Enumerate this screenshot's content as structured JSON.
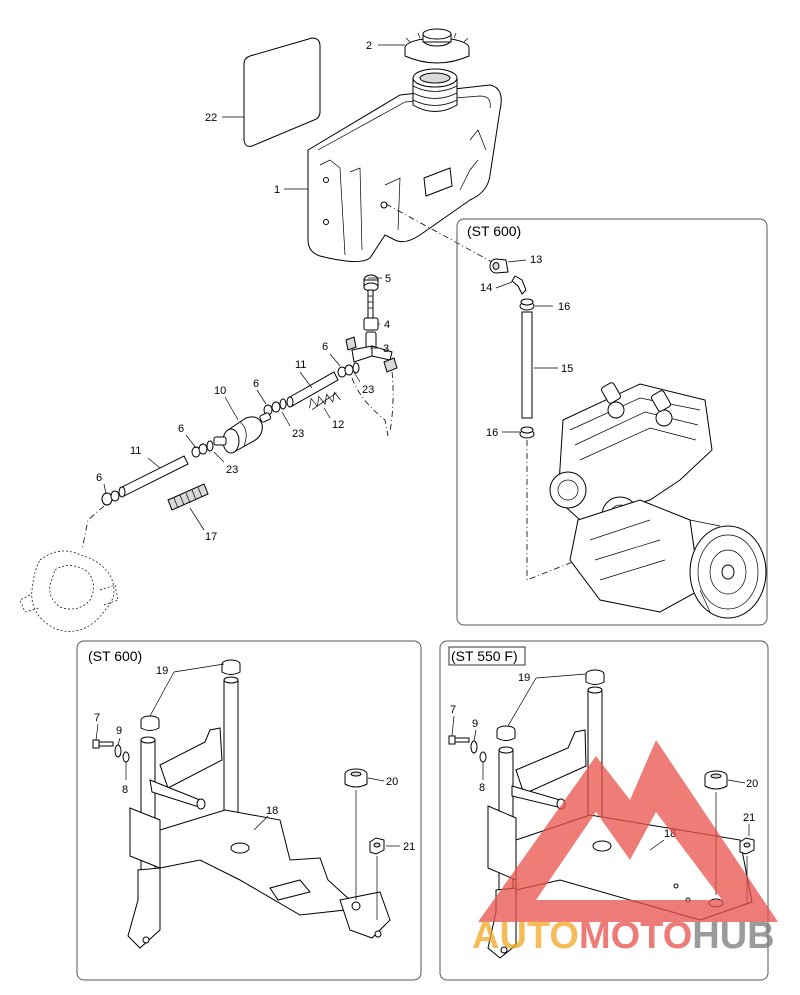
{
  "colors": {
    "line": "#000000",
    "frame": "#555555",
    "watermark_red": "#e8504a",
    "watermark_orange": "#f5a623",
    "watermark_gray": "#7a7a7a"
  },
  "panels": {
    "engine": {
      "title": "(ST 600)"
    },
    "bracket_st600": {
      "title": "(ST 600)"
    },
    "bracket_st550f": {
      "title": "(ST 550 F)"
    }
  },
  "callouts_main": {
    "c2": "2",
    "c22": "22",
    "c1": "1",
    "c5": "5",
    "c4": "4",
    "c3": "3",
    "c6a": "6",
    "c11a": "11",
    "c23a": "23",
    "c6b": "6",
    "c10": "10",
    "c23b": "23",
    "c12": "12",
    "c11b": "11",
    "c6c": "6",
    "c23c": "23",
    "c6d": "6",
    "c17": "17"
  },
  "callouts_engine": {
    "c13": "13",
    "c14": "14",
    "c16a": "16",
    "c15": "15",
    "c16b": "16"
  },
  "callouts_st600": {
    "c19": "19",
    "c7": "7",
    "c9": "9",
    "c8": "8",
    "c18": "18",
    "c20": "20",
    "c21": "21"
  },
  "callouts_st550f": {
    "c19": "19",
    "c7": "7",
    "c9": "9",
    "c8": "8",
    "c18": "18",
    "c20": "20",
    "c21": "21"
  },
  "watermark": {
    "part1": "AUTO",
    "part2": "MOTO",
    "part3": "HUB"
  }
}
